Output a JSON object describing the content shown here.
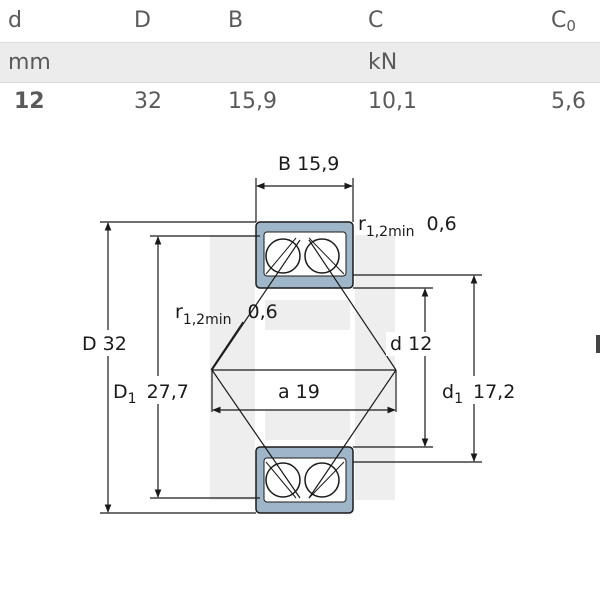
{
  "table": {
    "headers": {
      "d": "d",
      "D": "D",
      "B": "B",
      "C": "C",
      "C0_main": "C",
      "C0_sub": "0"
    },
    "units": {
      "mm": "mm",
      "kN": "kN"
    },
    "values": {
      "d": "12",
      "D": "32",
      "B": "15,9",
      "C": "10,1",
      "C0": "5,6"
    }
  },
  "drawing": {
    "B_label": "B 15,9",
    "r_top_main": "r",
    "r_top_sub": "1,2min",
    "r_top_value": "0,6",
    "r_mid_main": "r",
    "r_mid_sub": "1,2min",
    "r_mid_value": "0,6",
    "D_label": "D 32",
    "D1_main": "D",
    "D1_sub": "1",
    "D1_value": "27,7",
    "a_label": "a 19",
    "d_label": "d  12",
    "d1_main": "d",
    "d1_sub": "1",
    "d1_value": "17,2"
  },
  "colors": {
    "ring_fill": "#9fb6c9",
    "header_bg": "#ececec",
    "text": "#5a5a5a"
  }
}
